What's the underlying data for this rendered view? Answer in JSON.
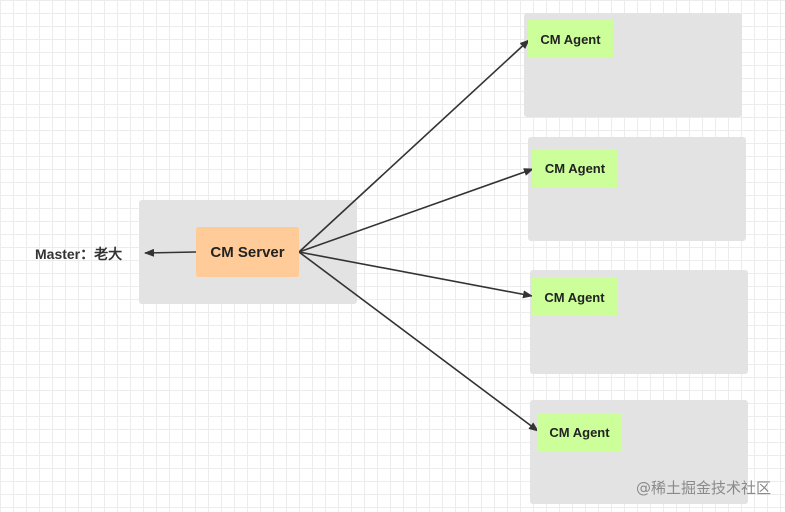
{
  "master": {
    "label": "Master：老大"
  },
  "server": {
    "label": "CM Server"
  },
  "agents": [
    {
      "label": "CM Agent"
    },
    {
      "label": "CM Agent"
    },
    {
      "label": "CM Agent"
    },
    {
      "label": "CM Agent"
    }
  ],
  "watermark": "@稀土掘金技术社区",
  "colors": {
    "server_fill": "#ffcc99",
    "agent_fill": "#ccff99",
    "container_fill": "#e3e3e3",
    "arrow": "#333333"
  }
}
